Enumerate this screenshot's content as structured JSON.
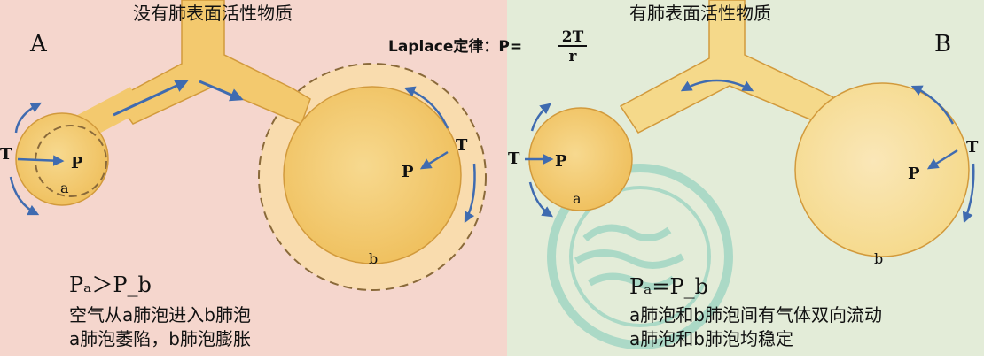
{
  "colors": {
    "left_bg": "#f5d6cd",
    "right_bg": "#e3ecd8",
    "alveolus_fill": "#f3c96e",
    "alveolus_stroke": "#d29a3c",
    "arrow": "#3f6bb0",
    "dashed": "#8a6a3a",
    "watermark": "#7fcab9"
  },
  "left": {
    "title": "没有肺表面活性物质",
    "panel_letter": "A",
    "label_T_a": "T",
    "label_P_a": "P",
    "label_a": "a",
    "label_T_b": "T",
    "label_P_b": "P",
    "label_b": "b",
    "pressure_relation": "Pₐ＞P_b",
    "caption_line1": "空气从a肺泡进入b肺泡",
    "caption_line2": "a肺泡萎陷，b肺泡膨胀"
  },
  "right": {
    "title": "有肺表面活性物质",
    "panel_letter": "B",
    "label_T_a": "T",
    "label_P_a": "P",
    "label_a": "a",
    "label_T_b": "T",
    "label_P_b": "P",
    "label_b": "b",
    "pressure_relation": "Pₐ=P_b",
    "caption_line1": "a肺泡和b肺泡间有气体双向流动",
    "caption_line2": "a肺泡和b肺泡均稳定"
  },
  "laplace": {
    "label": "Laplace定律：P=",
    "numerator": "2T",
    "denominator": "r"
  }
}
